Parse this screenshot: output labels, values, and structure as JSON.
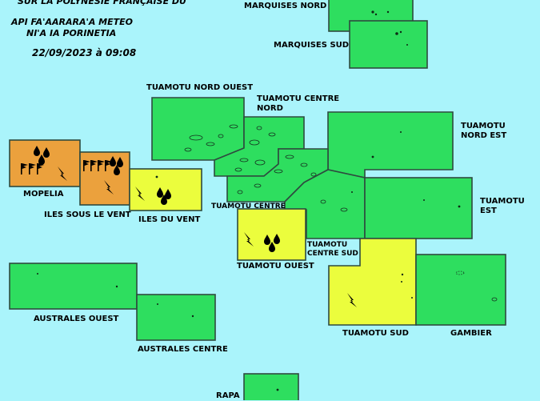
{
  "header": {
    "line1": "SUR LA POLYNESIE FRANÇAISE DU",
    "line2": "API FA'AARARA'A METEO",
    "line3": "NI'A IA PORINETIA",
    "date": "22/09/2023 à 09:08"
  },
  "zones": {
    "marquises_nord": {
      "label": "MARQUISES NORD",
      "level": "green"
    },
    "marquises_sud": {
      "label": "MARQUISES SUD",
      "level": "green"
    },
    "tuamotu_nord_ouest": {
      "label": "TUAMOTU NORD OUEST",
      "level": "green"
    },
    "tuamotu_centre_nord": {
      "label": "TUAMOTU CENTRE NORD",
      "label_line1": "TUAMOTU CENTRE",
      "label_line2": "NORD",
      "level": "green"
    },
    "tuamotu_nord_est": {
      "label": "TUAMOTU NORD EST",
      "label_line1": "TUAMOTU",
      "label_line2": "NORD EST",
      "level": "green"
    },
    "tuamotu_centre": {
      "label": "TUAMOTU CENTRE",
      "level": "green"
    },
    "tuamotu_est": {
      "label": "TUAMOTU EST",
      "label_line1": "TUAMOTU",
      "label_line2": "EST",
      "level": "green"
    },
    "tuamotu_centre_sud": {
      "label": "TUAMOTU CENTRE SUD",
      "label_line1": "TUAMOTU",
      "label_line2": "CENTRE SUD",
      "level": "green"
    },
    "mopelia": {
      "label": "MOPELIA",
      "level": "orange",
      "hazards": [
        "rain",
        "wind",
        "thunderstorm"
      ]
    },
    "iles_sous_le_vent": {
      "label": "ILES SOUS LE VENT",
      "level": "orange",
      "hazards": [
        "rain",
        "wind",
        "thunderstorm"
      ]
    },
    "iles_du_vent": {
      "label": "ILES DU VENT",
      "level": "yellow",
      "hazards": [
        "thunderstorm",
        "rain"
      ]
    },
    "tuamotu_ouest": {
      "label": "TUAMOTU OUEST",
      "level": "yellow",
      "hazards": [
        "thunderstorm",
        "rain"
      ]
    },
    "tuamotu_sud": {
      "label": "TUAMOTU SUD",
      "level": "yellow",
      "hazards": [
        "thunderstorm"
      ]
    },
    "gambier": {
      "label": "GAMBIER",
      "level": "green"
    },
    "australes_ouest": {
      "label": "AUSTRALES OUEST",
      "level": "green"
    },
    "australes_centre": {
      "label": "AUSTRALES CENTRE",
      "level": "green"
    },
    "rapa": {
      "label": "RAPA",
      "level": "green"
    }
  },
  "colors": {
    "background": "#aaf4fb",
    "green": "#2ede5f",
    "yellow": "#ebfd3d",
    "orange": "#eba13d",
    "border": "#2e4a3f"
  }
}
